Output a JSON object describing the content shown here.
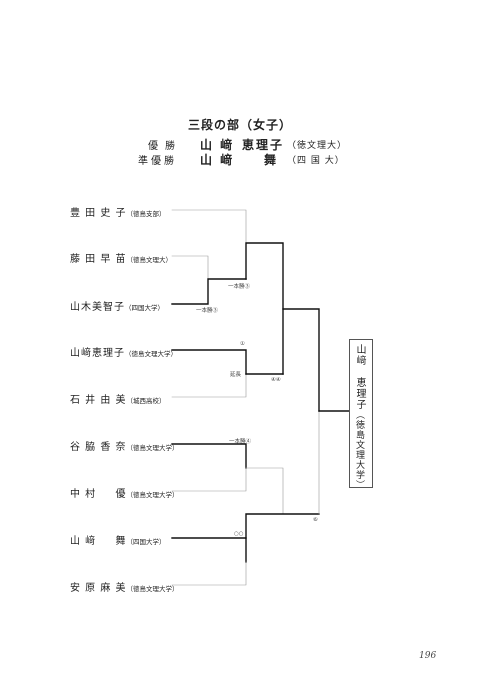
{
  "title": "三段の部（女子）",
  "results": {
    "champion": {
      "label": "優勝",
      "name_family": "山 﨑",
      "name_given": "恵理子",
      "affiliation": "（徳文理大）"
    },
    "runner_up": {
      "label": "準優勝",
      "name_family": "山 﨑",
      "name_given": "舞",
      "affiliation": "（四 国 大）"
    }
  },
  "players": [
    {
      "name": "豊 田 史 子",
      "affiliation": "（徳島支部）"
    },
    {
      "name": "藤 田 早 苗",
      "affiliation": "（徳島文理大）"
    },
    {
      "name": "山木美智子",
      "affiliation": "（四国大学）"
    },
    {
      "name": "山﨑恵理子",
      "affiliation": "（徳島文理大学）"
    },
    {
      "name": "石 井 由 美",
      "affiliation": "（城西高校）"
    },
    {
      "name": "谷 脇 香 奈",
      "affiliation": "（徳島文理大学）"
    },
    {
      "name": "中 村 　 優",
      "affiliation": "（徳島文理大学）"
    },
    {
      "name": "山 﨑 　 舞",
      "affiliation": "（四国大学）"
    },
    {
      "name": "安 原 麻 美",
      "affiliation": "（徳島文理大学）"
    }
  ],
  "notes": {
    "n1": "一本勝③",
    "n2": "一本勝③",
    "n3": "①",
    "n4": "延長",
    "n5": "④④",
    "n6": "一本勝④",
    "n7": "○○",
    "n8": "⑥"
  },
  "winner": {
    "name": "山﨑　恵理子",
    "affiliation": "（徳島文理大学）"
  },
  "page_number": "196"
}
